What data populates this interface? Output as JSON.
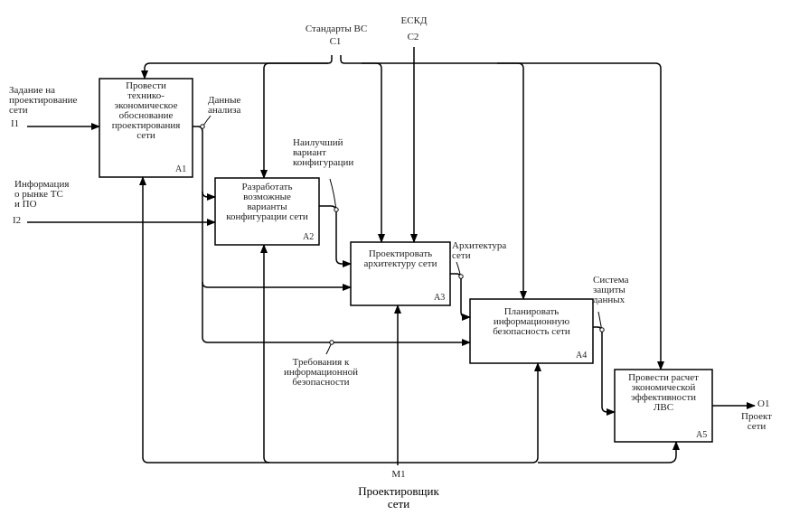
{
  "diagram": {
    "controls": {
      "c1_name": "Стандарты ВС",
      "c1_code": "C1",
      "c2_name": "ЕСКД",
      "c2_code": "C2"
    },
    "inputs": {
      "i1_name": "Задание на\nпроектирование\nсети",
      "i1_code": "I1",
      "i2_name": "Информация\nо рынке ТС\nи ПО",
      "i2_code": "I2"
    },
    "mechanism": {
      "code": "M1",
      "name": "Проектировщик\nсети"
    },
    "output": {
      "code": "O1",
      "name": "Проект\nсети"
    },
    "arrows": {
      "data_analysis": "Данные\nанализа",
      "best_variant": "Наилучший\nвариант\nконфигурации",
      "architecture": "Архитектура\nсети",
      "security_system": "Система\nзащиты\nданных",
      "security_requirements": "Требования к\nинформационной\nбезопасности"
    },
    "boxes": [
      {
        "label": "Провести\nтехнико-\nэкономическое\nобоснование\nпроектирования\nсети",
        "num": "A1"
      },
      {
        "label": "Разработать\nвозможные\nварианты\nконфигурации сети",
        "num": "A2"
      },
      {
        "label": "Проектировать\nархитектуру сети",
        "num": "A3"
      },
      {
        "label": "Планировать\nинформационную\nбезопасность сети",
        "num": "A4"
      },
      {
        "label": "Провести расчет\nэкономической\nэффективности\nЛВС",
        "num": "A5"
      }
    ]
  }
}
